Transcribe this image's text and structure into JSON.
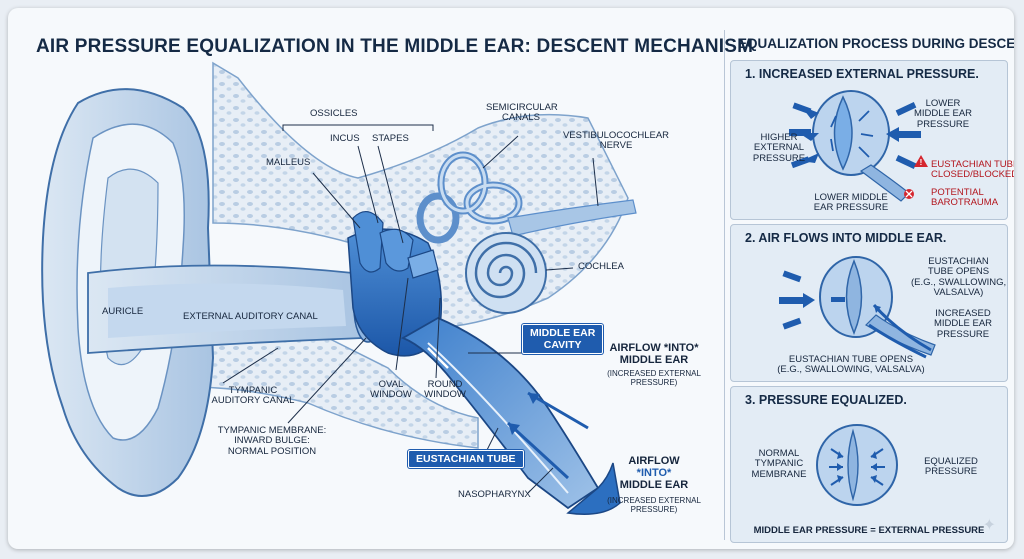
{
  "title": "AIR PRESSURE EQUALIZATION IN THE MIDDLE EAR: DESCENT MECHANISM",
  "side_title": "EQUALIZATION PROCESS DURING DESCENT",
  "anatomy": {
    "ossicles": "OSSICLES",
    "incus": "INCUS",
    "stapes": "STAPES",
    "malleus": "MALLEUS",
    "semicircular_1": "SEMICIRCULAR",
    "semicircular_2": "CANALS",
    "vestibulo_1": "VESTIBULOCOCHLEAR",
    "vestibulo_2": "NERVE",
    "cochlea": "COCHLEA",
    "auricle": "AURICLE",
    "ext_canal": "EXTERNAL AUDITORY CANAL",
    "tympanic_canal_1": "TYMPANIC",
    "tympanic_canal_2": "AUDITORY CANAL",
    "tympanic_mem_1": "TYMPANIC MEMBRANE:",
    "tympanic_mem_2": "INWARD BULGE:",
    "tympanic_mem_3": "NORMAL POSITION",
    "oval_1": "OVAL",
    "oval_2": "WINDOW",
    "round_1": "ROUND",
    "round_2": "WINDOW",
    "nasopharynx": "NASOPHARYNX",
    "middle_cavity_1": "MIDDLE EAR",
    "middle_cavity_2": "CAVITY",
    "eustachian": "EUSTACHIAN TUBE",
    "airflow_a_1": "AIRFLOW *INTO*",
    "airflow_a_2": "MIDDLE EAR",
    "airflow_a_3": "(INCREASED EXTERNAL",
    "airflow_a_4": "PRESSURE)",
    "airflow_b_1": "AIRFLOW",
    "airflow_b_2": "*INTO*",
    "airflow_b_3": "MIDDLE EAR",
    "airflow_b_4": "(INCREASED EXTERNAL",
    "airflow_b_5": "PRESSURE)"
  },
  "steps": [
    {
      "title": "1. INCREASED EXTERNAL PRESSURE.",
      "higher_1": "HIGHER",
      "higher_2": "EXTERNAL",
      "higher_3": "PRESSURE",
      "lower_top_1": "LOWER",
      "lower_top_2": "MIDDLE EAR",
      "lower_top_3": "PRESSURE",
      "lower_bottom_1": "LOWER MIDDLE",
      "lower_bottom_2": "EAR PRESSURE",
      "closed_1": "EUSTACHIAN TUBE",
      "closed_2": "CLOSED/BLOCKED",
      "baro_1": "POTENTIAL",
      "baro_2": "BAROTRAUMA"
    },
    {
      "title": "2. AIR FLOWS INTO MIDDLE EAR.",
      "opens_1": "EUSTACHIAN",
      "opens_2": "TUBE OPENS",
      "opens_3": "(E.G., SWALLOWING,",
      "opens_4": "VALSALVA)",
      "inc_1": "INCREASED",
      "inc_2": "MIDDLE EAR",
      "inc_3": "PRESSURE",
      "bottom_1": "EUSTACHIAN TUBE OPENS",
      "bottom_2": "(E.G., SWALLOWING, VALSALVA)"
    },
    {
      "title": "3. PRESSURE EQUALIZED.",
      "normal_1": "NORMAL",
      "normal_2": "TYMPANIC",
      "normal_3": "MEMBRANE",
      "equal_1": "EQUALIZED",
      "equal_2": "PRESSURE",
      "footer": "MIDDLE EAR PRESSURE = EXTERNAL PRESSURE"
    }
  ],
  "colors": {
    "navy": "#152a45",
    "blue": "#1f5cae",
    "light_blue": "#cfe0f2",
    "red": "#b3151d"
  }
}
